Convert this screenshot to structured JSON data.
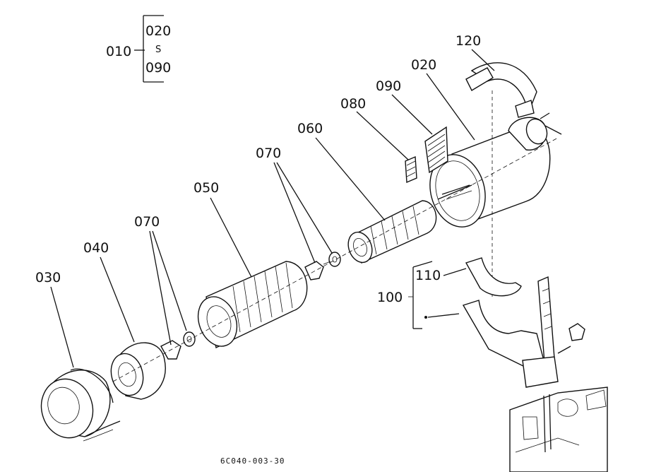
{
  "labels": {
    "p010": "010",
    "p020_top": "020",
    "tilde": "S",
    "p090_top": "090",
    "p120": "120",
    "p020": "020",
    "p090": "090",
    "p080": "080",
    "p060": "060",
    "p070_right": "070",
    "p050": "050",
    "p070_left": "070",
    "p040": "040",
    "p030": "030",
    "p110": "110",
    "p100": "100"
  },
  "drawing_code": "6C040-003-30"
}
